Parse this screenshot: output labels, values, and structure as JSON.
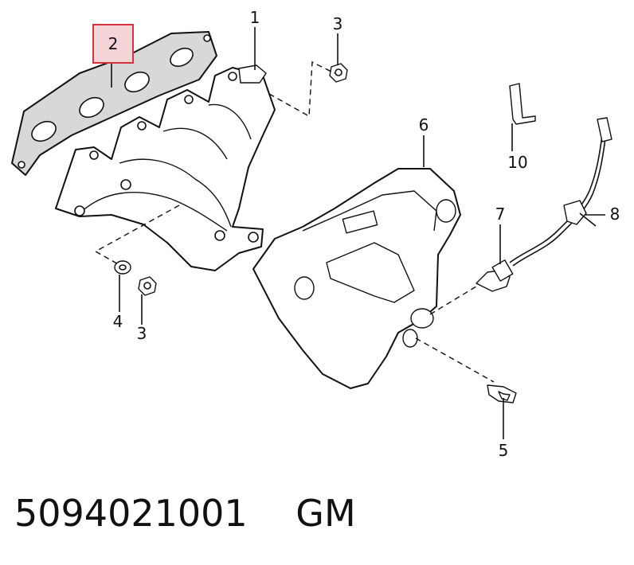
{
  "callouts": {
    "c1": "1",
    "c2": "2",
    "c3a": "3",
    "c3b": "3",
    "c4": "4",
    "c5": "5",
    "c6": "6",
    "c7": "7",
    "c8": "8",
    "c10": "10"
  },
  "caption": {
    "part_number": "5094021001",
    "brand": "GM"
  },
  "highlight_color": "#d9323f"
}
